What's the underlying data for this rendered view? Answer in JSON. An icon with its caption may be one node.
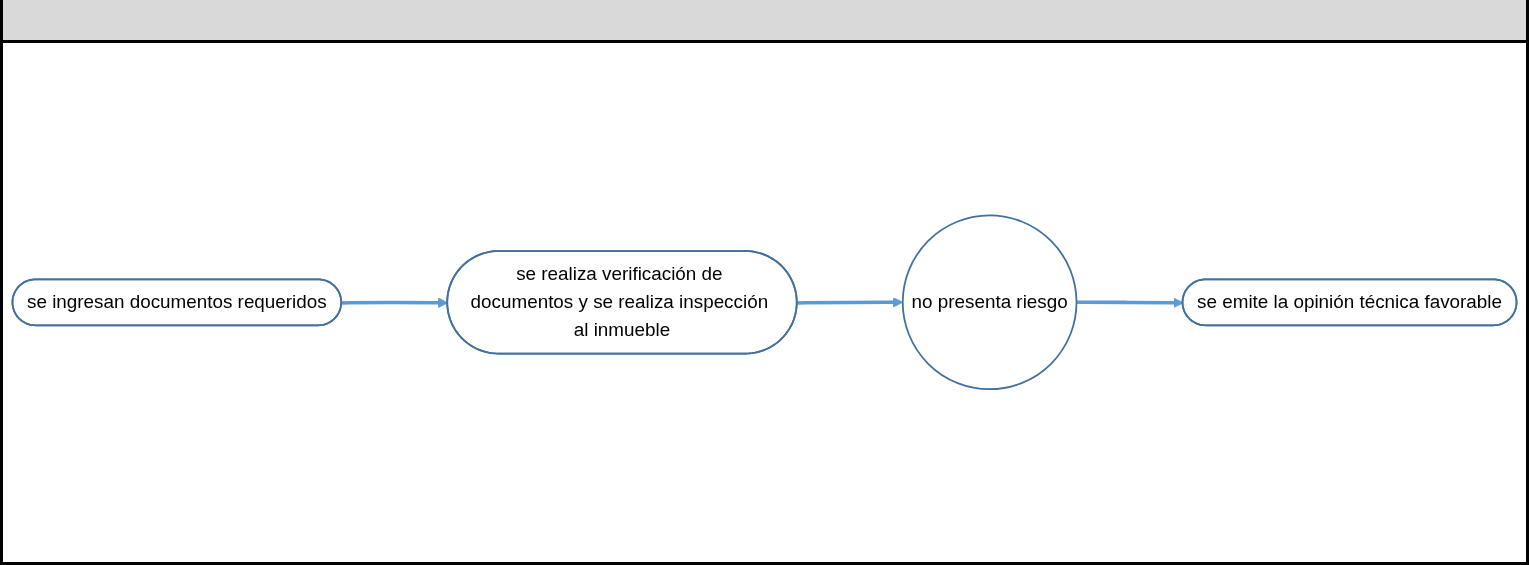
{
  "diagram": {
    "nodes": [
      {
        "text": [
          "se ingresan documentos requeridos"
        ]
      },
      {
        "text": [
          "se realiza verificación de documentos y se realiza inspección al inmueble"
        ]
      },
      {
        "text": [
          "no presenta riesgo"
        ]
      },
      {
        "text": [
          "se emite la opinión técnica favorable"
        ]
      }
    ],
    "edges": [
      {
        "from": 0,
        "to": 1,
        "arrow": "to"
      },
      {
        "from": 1,
        "to": 2,
        "arrow": "to"
      },
      {
        "from": 2,
        "to": 3,
        "arrow": "to"
      }
    ]
  }
}
